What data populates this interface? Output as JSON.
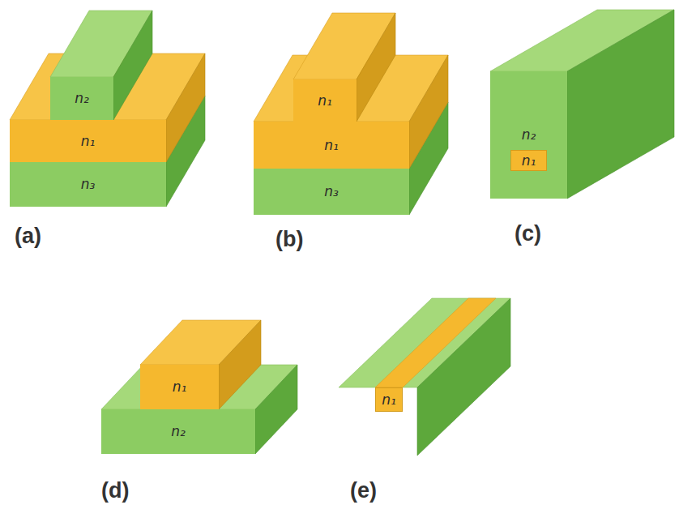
{
  "diagram": {
    "nodes": [
      {
        "text": [
          "n₂"
        ]
      },
      {
        "text": [
          "n₁"
        ]
      },
      {
        "text": [
          "n₃"
        ]
      },
      {
        "text": [
          "n₁"
        ]
      },
      {
        "text": [
          "n₁"
        ]
      },
      {
        "text": [
          "n₃"
        ]
      },
      {
        "text": [
          "n₂"
        ]
      },
      {
        "text": [
          "n₁"
        ],
        "in": 6
      },
      {
        "text": [
          "n₁"
        ]
      },
      {
        "text": [
          "n₂"
        ]
      },
      {
        "text": [
          "n₁"
        ],
        "in": 9
      }
    ],
    "labels": [
      "(a)",
      "(b)",
      "(c)",
      "(d)",
      "(e)"
    ]
  }
}
